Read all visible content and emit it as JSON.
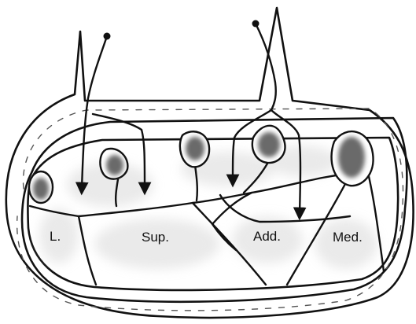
{
  "compartments": {
    "lateral": "L.",
    "superior": "Sup.",
    "adductor": "Add.",
    "medial": "Med."
  },
  "colors": {
    "node_fill": "#6b6b6b",
    "compartment_fill": "#efefef",
    "outline": "#111111"
  }
}
